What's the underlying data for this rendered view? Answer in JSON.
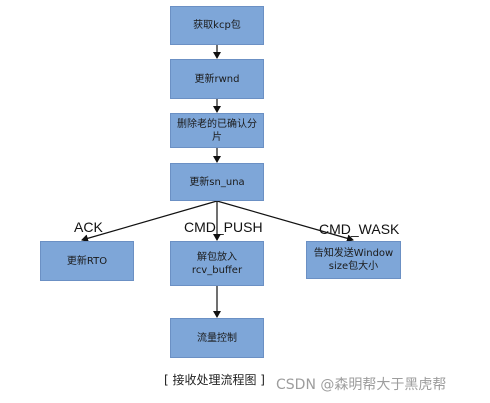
{
  "nodes": {
    "recv": "获取kcp包",
    "rwnd": "更新rwnd",
    "delete": "删除老的已确认分\n片",
    "sn_una": "更新sn_una",
    "rto": "更新RTO",
    "push": "解包放入\nrcv_buffer",
    "wask": "告知发送Window\nsize包大小",
    "flow": "流量控制"
  },
  "edge_labels": {
    "ack": "ACK",
    "cmd_push": "CMD_PUSH",
    "cmd_wask": "CMD_WASK"
  },
  "caption": "[ 接收处理流程图 ]",
  "watermark": "CSDN @森明帮大于黑虎帮",
  "colors": {
    "node_fill": "#7ea6d8",
    "node_border": "#6b90c4",
    "edge": "#111111"
  }
}
